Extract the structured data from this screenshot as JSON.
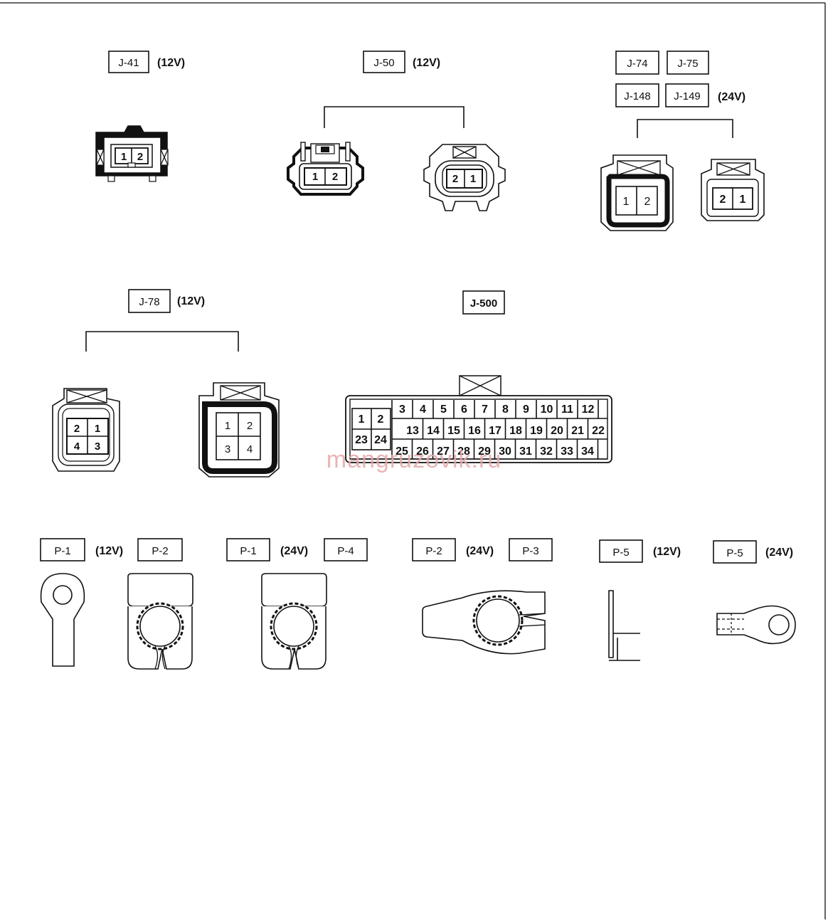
{
  "watermark": "mangruzovik.ru",
  "groups": {
    "j41": {
      "codes": [
        "J-41"
      ],
      "voltage": "(12V)",
      "pins": [
        "1",
        "2"
      ]
    },
    "j50": {
      "codes": [
        "J-50"
      ],
      "voltage": "(12V)",
      "male_pins": [
        "1",
        "2"
      ],
      "female_pins": [
        "2",
        "1"
      ]
    },
    "j74": {
      "codes": [
        "J-74",
        "J-75",
        "J-148",
        "J-149"
      ],
      "voltage": "(24V)",
      "left_pins": [
        "1",
        "2"
      ],
      "right_pins": [
        "2",
        "1"
      ]
    },
    "j78": {
      "codes": [
        "J-78"
      ],
      "voltage": "(12V)",
      "left_pins": [
        "2",
        "1",
        "4",
        "3"
      ],
      "right_pins": [
        "1",
        "2",
        "3",
        "4"
      ]
    },
    "j500": {
      "codes": [
        "J-500"
      ],
      "row1": [
        "1",
        "2",
        "3",
        "4",
        "5",
        "6",
        "7",
        "8",
        "9",
        "10",
        "11",
        "12"
      ],
      "row2": [
        "23",
        "24",
        "13",
        "14",
        "15",
        "16",
        "17",
        "18",
        "19",
        "20",
        "21",
        "22"
      ],
      "row3": [
        "25",
        "26",
        "27",
        "28",
        "29",
        "30",
        "31",
        "32",
        "33",
        "34"
      ]
    },
    "p1p2_12": {
      "codes": [
        "P-1",
        "P-2"
      ],
      "voltage": "(12V)"
    },
    "p1p4_24": {
      "codes": [
        "P-1",
        "P-4"
      ],
      "voltage": "(24V)"
    },
    "p2p3_24": {
      "codes": [
        "P-2",
        "P-3"
      ],
      "voltage": "(24V)"
    },
    "p5_12": {
      "codes": [
        "P-5"
      ],
      "voltage": "(12V)"
    },
    "p5_24": {
      "codes": [
        "P-5"
      ],
      "voltage": "(24V)"
    }
  }
}
